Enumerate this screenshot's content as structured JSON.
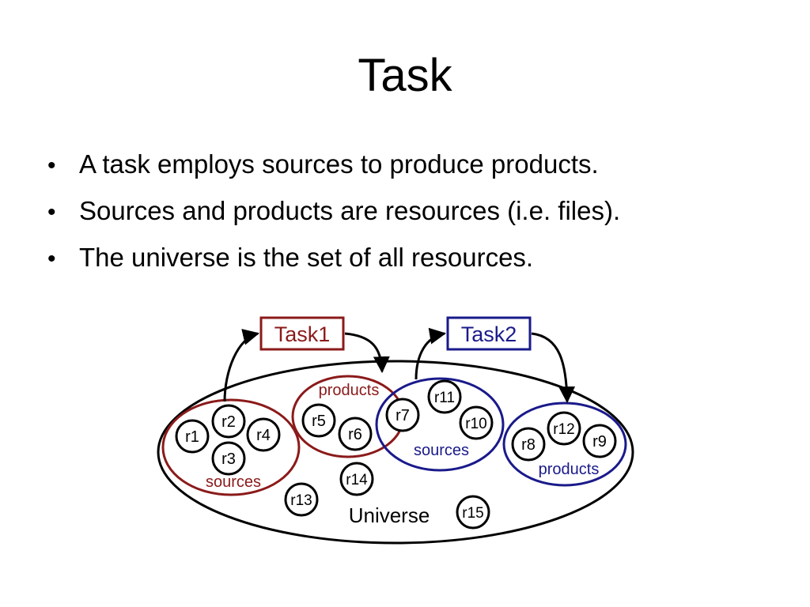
{
  "slide": {
    "title": "Task",
    "bullets": [
      "A task employs sources to produce products.",
      "Sources and products are resources (i.e. files).",
      "The universe is the set of all resources."
    ]
  },
  "diagram": {
    "universe_label": "Universe",
    "task1": {
      "label": "Task1",
      "sources_label": "sources",
      "products_label": "products"
    },
    "task2": {
      "label": "Task2",
      "sources_label": "sources",
      "products_label": "products"
    },
    "resources": [
      "r1",
      "r2",
      "r3",
      "r4",
      "r5",
      "r6",
      "r7",
      "r8",
      "r9",
      "r10",
      "r11",
      "r12",
      "r13",
      "r14",
      "r15"
    ],
    "colors": {
      "task1": "#8b1a1a",
      "task2": "#1a1a8b",
      "universe": "#000000"
    }
  }
}
